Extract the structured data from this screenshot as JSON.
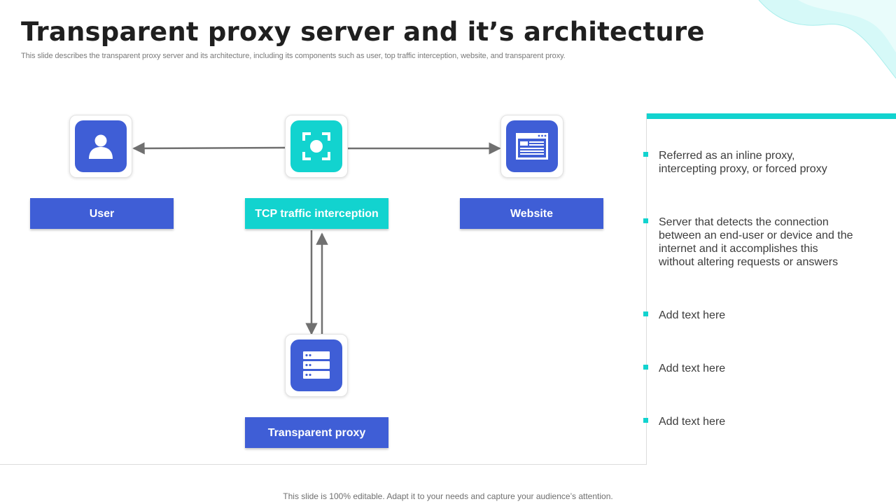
{
  "title": "Transparent proxy server and it’s architecture",
  "subtitle": "This slide describes the transparent proxy server and its architecture, including its components such as user, top traffic interception, website, and transparent proxy.",
  "nodes": {
    "user": {
      "label": "User",
      "icon": "user-icon"
    },
    "tcp": {
      "label": "TCP traffic interception",
      "icon": "focus-capture-icon"
    },
    "website": {
      "label": "Website",
      "icon": "browser-window-icon"
    },
    "proxy": {
      "label": "Transparent proxy",
      "icon": "server-icon"
    }
  },
  "bullets": [
    "Referred as an inline proxy, intercepting proxy, or forced proxy",
    "Server that detects the connection between an end-user or device and the internet and it accomplishes this without altering requests or answers",
    "Add text here",
    "Add text here",
    "Add text here"
  ],
  "footer": "This slide is 100% editable. Adapt it to your needs and capture your audience’s attention.",
  "colors": {
    "primary_blue": "#3f5ed6",
    "accent_teal": "#12d3cf",
    "arrow_gray": "#707070"
  }
}
